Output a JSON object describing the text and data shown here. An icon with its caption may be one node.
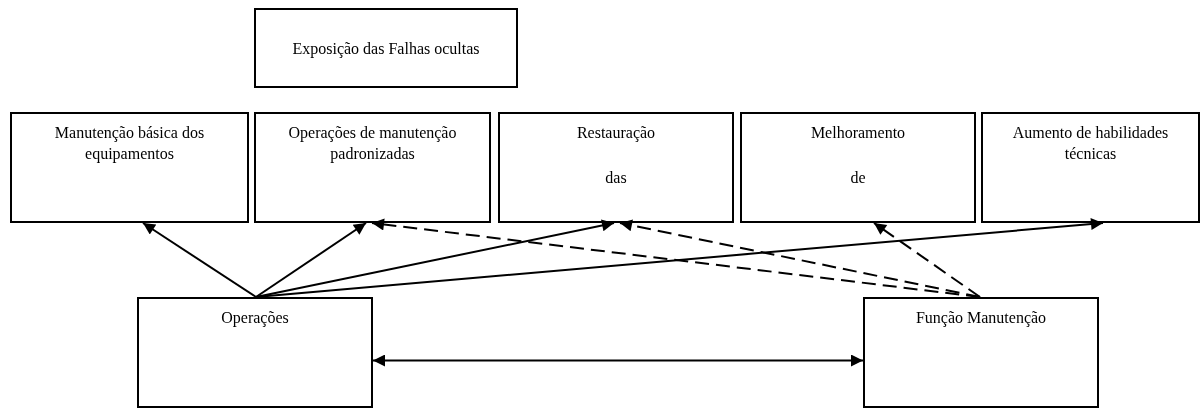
{
  "diagram": {
    "nodes": [
      {
        "text": [
          "Exposição das Falhas ocultas"
        ]
      },
      {
        "text": [
          "Manutenção básica dos equipamentos"
        ]
      },
      {
        "text": [
          "Operações de manutenção padronizadas"
        ]
      },
      {
        "text": [
          "Restauração",
          "das"
        ]
      },
      {
        "text": [
          "Melhoramento",
          "de"
        ]
      },
      {
        "text": [
          "Aumento de habilidades técnicas"
        ]
      },
      {
        "text": [
          "Operações"
        ]
      },
      {
        "text": [
          "Função Manutenção"
        ]
      }
    ],
    "edges": [
      {
        "from": 6,
        "to": 1,
        "arrow": "to"
      },
      {
        "from": 6,
        "to": 2,
        "arrow": "to"
      },
      {
        "from": 6,
        "to": 3,
        "arrow": "to"
      },
      {
        "from": 6,
        "to": 5,
        "arrow": "to"
      },
      {
        "from": 7,
        "to": 2,
        "arrow": "to",
        "style": "dashed"
      },
      {
        "from": 7,
        "to": 3,
        "arrow": "to",
        "style": "dashed"
      },
      {
        "from": 7,
        "to": 4,
        "arrow": "to",
        "style": "dashed"
      },
      {
        "from": 6,
        "to": 7,
        "arrow": "both"
      }
    ]
  }
}
